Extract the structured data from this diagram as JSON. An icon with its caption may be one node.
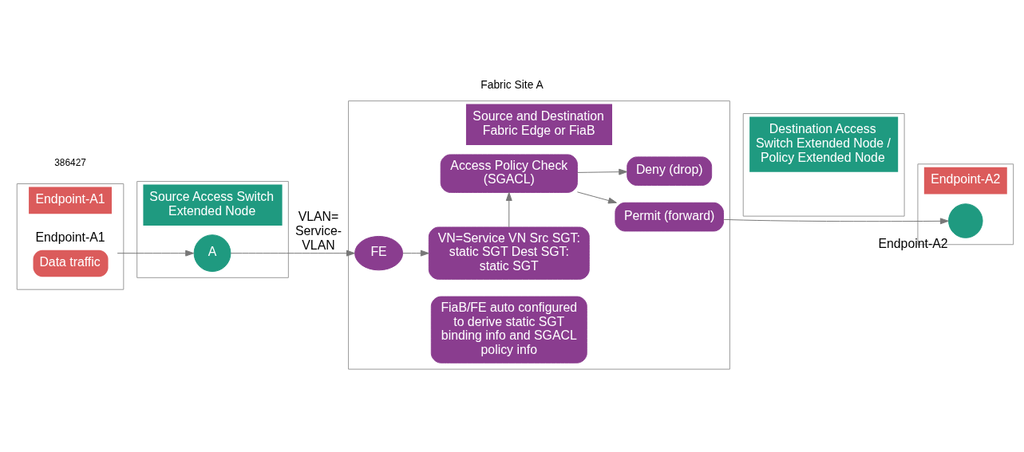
{
  "diagram": {
    "title": "Fabric Site A",
    "nodes": [
      {
        "text": [
          "Endpoint-A1"
        ]
      },
      {
        "text": [
          "Source Access Switch Extended Node"
        ]
      },
      {
        "text": [
          "Source and Destination Fabric Edge or FiaB"
        ]
      },
      {
        "text": [
          "Destination Access  Switch Extended Node / Policy Extended Node"
        ]
      },
      {
        "text": [
          "Endpoint-A2"
        ]
      },
      {
        "text": [
          "Data traffic"
        ],
        "in": 0,
        "beside": [
          "Endpoint-A1"
        ]
      },
      {
        "text": [
          "A"
        ],
        "in": 1
      },
      {
        "text": [
          "FE"
        ],
        "in": 2
      },
      {
        "text": [
          "FiaB/FE auto configured to derive static SGT binding info and SGACL policy info"
        ],
        "in": 2
      },
      {
        "text": [
          "VN=Service VN Src SGT: static SGT Dest SGT: static SGT"
        ],
        "in": 2
      },
      {
        "text": [
          "Access Policy Check (SGACL)"
        ],
        "in": 2
      },
      {
        "text": [
          "Permit (forward)"
        ],
        "in": 2
      },
      {
        "text": [
          "Deny (drop)"
        ],
        "in": 2
      },
      {
        "text": [],
        "shape": "circle",
        "in": 4,
        "beside": [
          "Endpoint-A2"
        ]
      }
    ],
    "edges": [
      {
        "from": 5,
        "to": 6,
        "arrow": "to"
      },
      {
        "from": 6,
        "to": 7,
        "arrow": "to",
        "label": "VLAN= Service-VLAN"
      },
      {
        "from": 7,
        "to": 9,
        "arrow": "to"
      },
      {
        "from": 9,
        "to": 10,
        "arrow": "to"
      },
      {
        "from": 10,
        "to": 11,
        "arrow": "to"
      },
      {
        "from": 10,
        "to": 12,
        "arrow": "to"
      },
      {
        "from": 11,
        "to": 13,
        "arrow": "to"
      }
    ],
    "labels": [
      "386427"
    ]
  }
}
